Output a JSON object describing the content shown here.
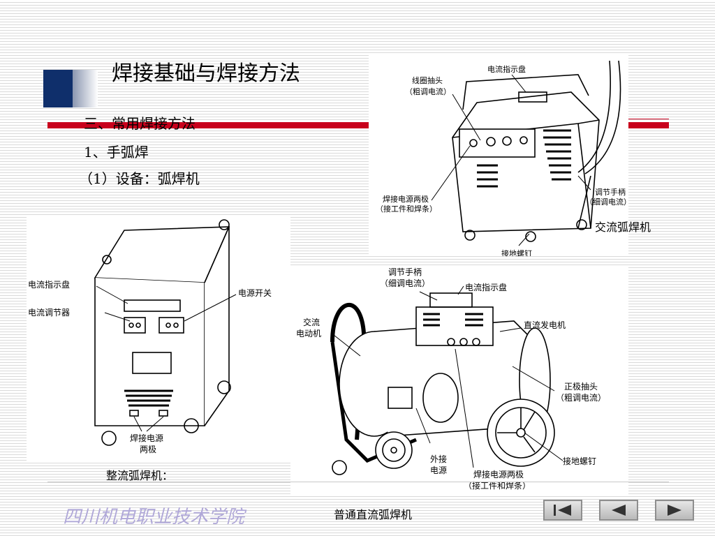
{
  "slide": {
    "title": "焊接基础与焊接方法",
    "bullets": [
      "三、常用焊接方法",
      "1、手弧焊",
      "（1）设备：弧焊机"
    ]
  },
  "images": {
    "ac_welder": {
      "caption": "交流弧焊机",
      "labels": {
        "indicator": "电流指示盘",
        "coil_tap_1": "线圈抽头",
        "coil_tap_2": "（粗调电流）",
        "handle_1": "调节手柄",
        "handle_2": "（细调电流）",
        "terminals_1": "焊接电源两极",
        "terminals_2": "（接工件和焊条）",
        "ground": "接地螺钉"
      }
    },
    "rectifier_welder": {
      "caption": "整流弧焊机：",
      "labels": {
        "indicator": "电流指示盘",
        "regulator": "电流调节器",
        "power_switch": "电源开关",
        "terminals_1": "焊接电源",
        "terminals_2": "两极"
      }
    },
    "dc_welder": {
      "caption": "普通直流弧焊机",
      "labels": {
        "handle_1": "调节手柄",
        "handle_2": "（细调电流）",
        "indicator": "电流指示盘",
        "motor_1": "交流",
        "motor_2": "电动机",
        "generator": "直流发电机",
        "pole_tap_1": "正极抽头",
        "pole_tap_2": "（粗调电流）",
        "ground": "接地螺钉",
        "external_1": "外接",
        "external_2": "电源",
        "terminals_1": "焊接电源两极",
        "terminals_2": "（接工件和焊条）"
      }
    }
  },
  "footer": {
    "school": "四川机电职业技术学院"
  },
  "navigation": {
    "first_icon": "first-slide-icon",
    "prev_icon": "prev-slide-icon",
    "next_icon": "next-slide-icon"
  },
  "colors": {
    "accent_red": "#c8001c",
    "deco_navy": "#0f2f6b",
    "school_text": "#b0a8d8"
  }
}
